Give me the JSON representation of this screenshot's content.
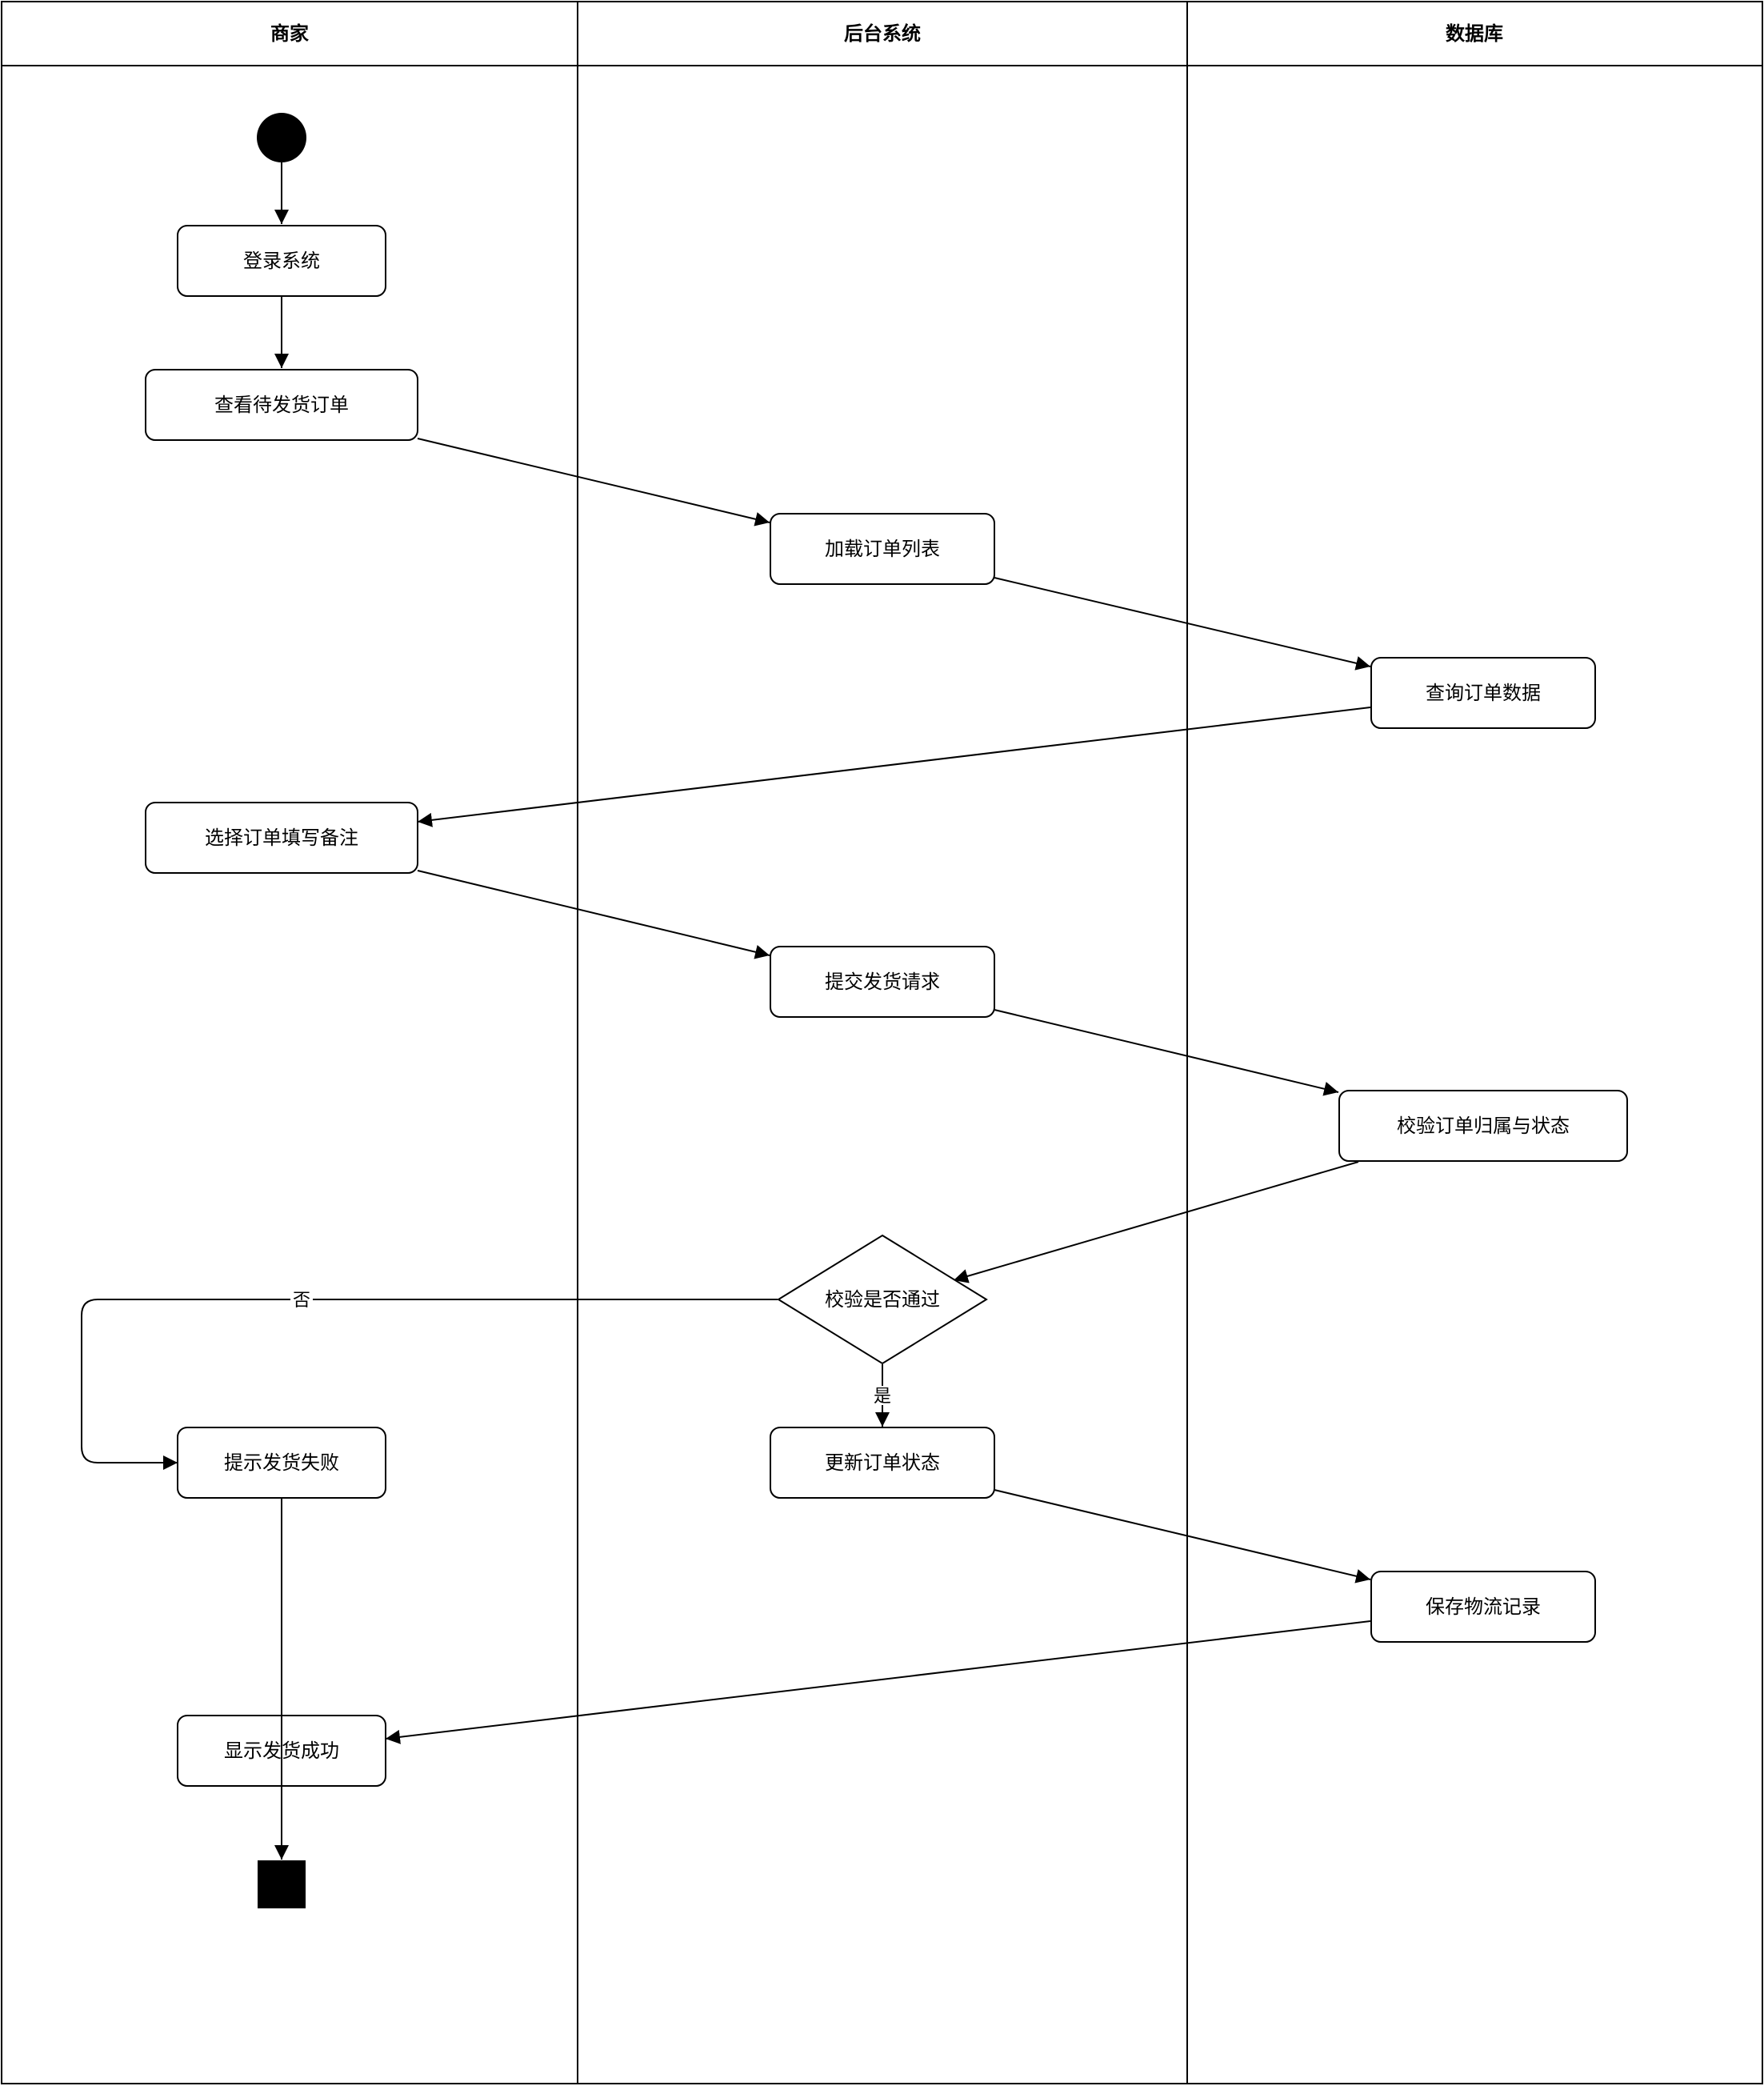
{
  "lanes": {
    "merchant": "商家",
    "backend": "后台系统",
    "database": "数据库"
  },
  "nodes": {
    "login": "登录系统",
    "view_orders": "查看待发货订单",
    "load_list": "加载订单列表",
    "query_data": "查询订单数据",
    "select_order": "选择订单填写备注",
    "submit_request": "提交发货请求",
    "verify_order": "校验订单归属与状态",
    "decision": "校验是否通过",
    "show_fail": "提示发货失败",
    "update_status": "更新订单状态",
    "save_logistics": "保存物流记录",
    "show_success": "显示发货成功"
  },
  "edges": {
    "no": "否",
    "yes": "是"
  }
}
